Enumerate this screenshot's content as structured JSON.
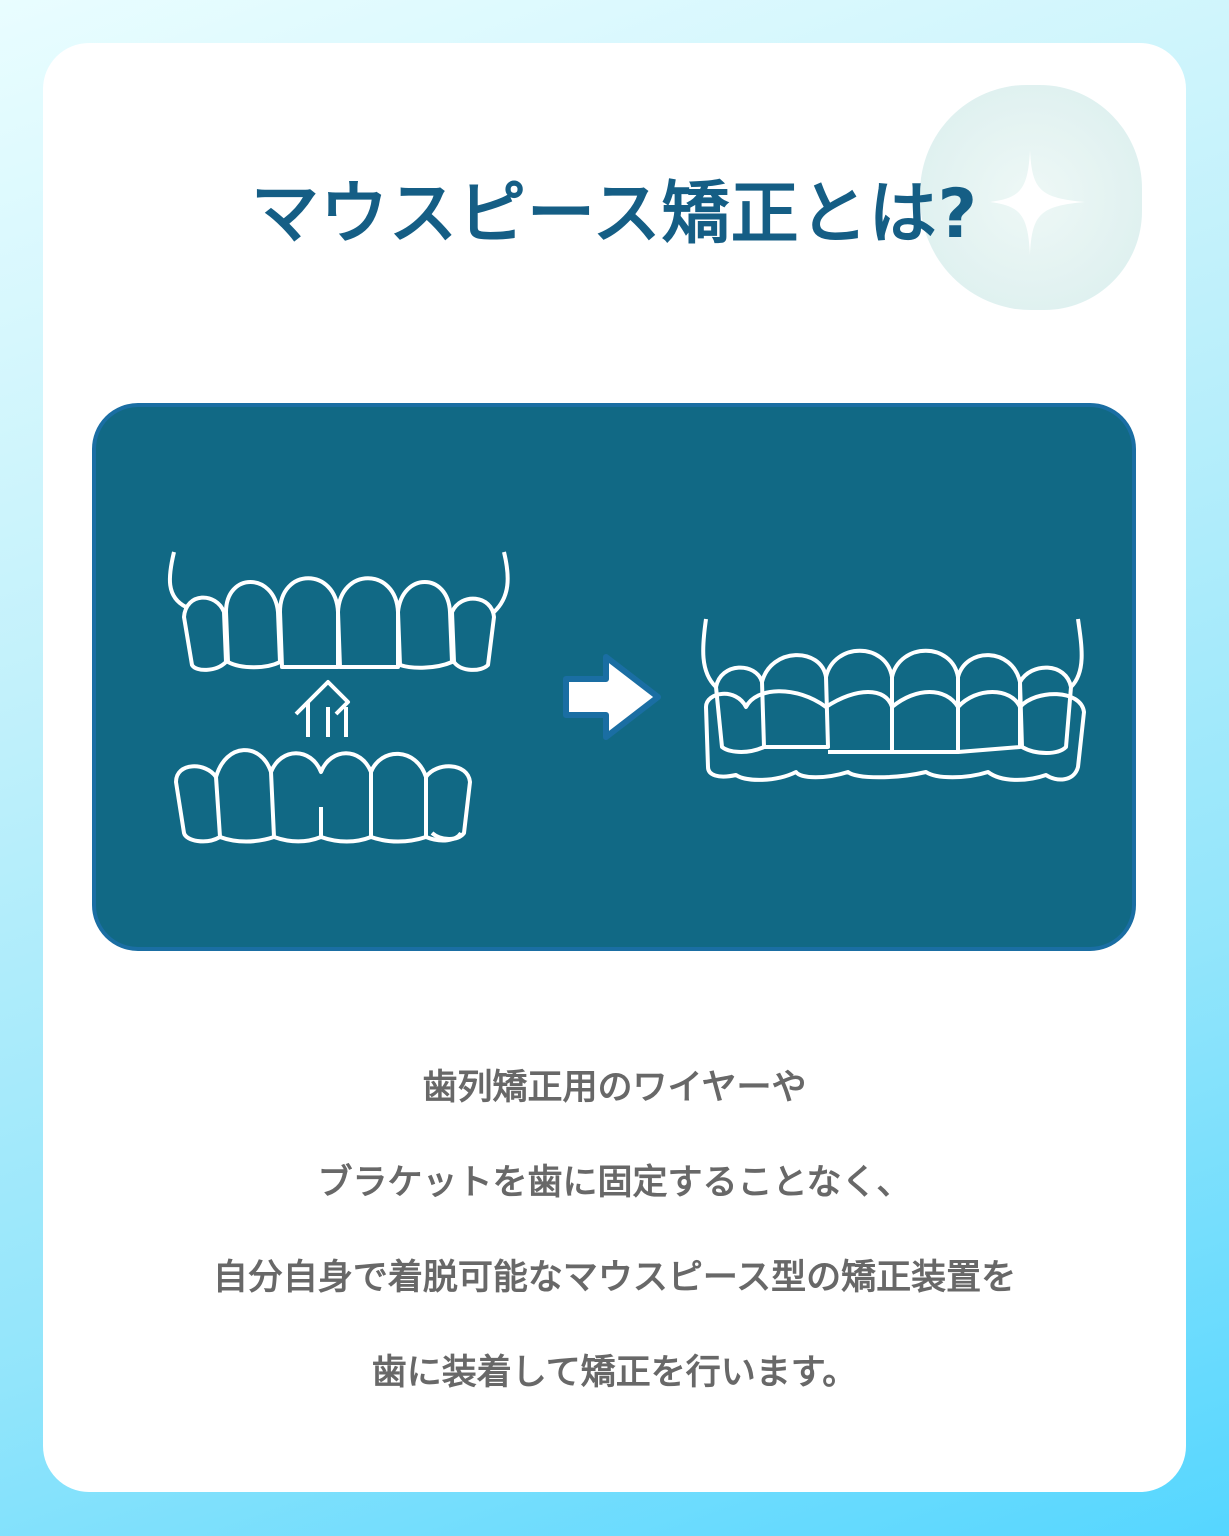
{
  "title": "マウスピース矯正とは?",
  "decoration": {
    "icon": "sparkle-icon",
    "colors": {
      "title": "#155e85",
      "panel": "#116985",
      "body_text": "#686868"
    }
  },
  "illustration": {
    "icons": [
      "teeth-before-icon",
      "arrow-up-icon",
      "arrow-right-icon",
      "teeth-aligned-icon"
    ]
  },
  "body_lines": [
    "歯列矯正用のワイヤーや",
    "ブラケットを歯に固定することなく、",
    "自分自身で着脱可能なマウスピース型の矯正装置を",
    "歯に装着して矯正を行います。"
  ]
}
